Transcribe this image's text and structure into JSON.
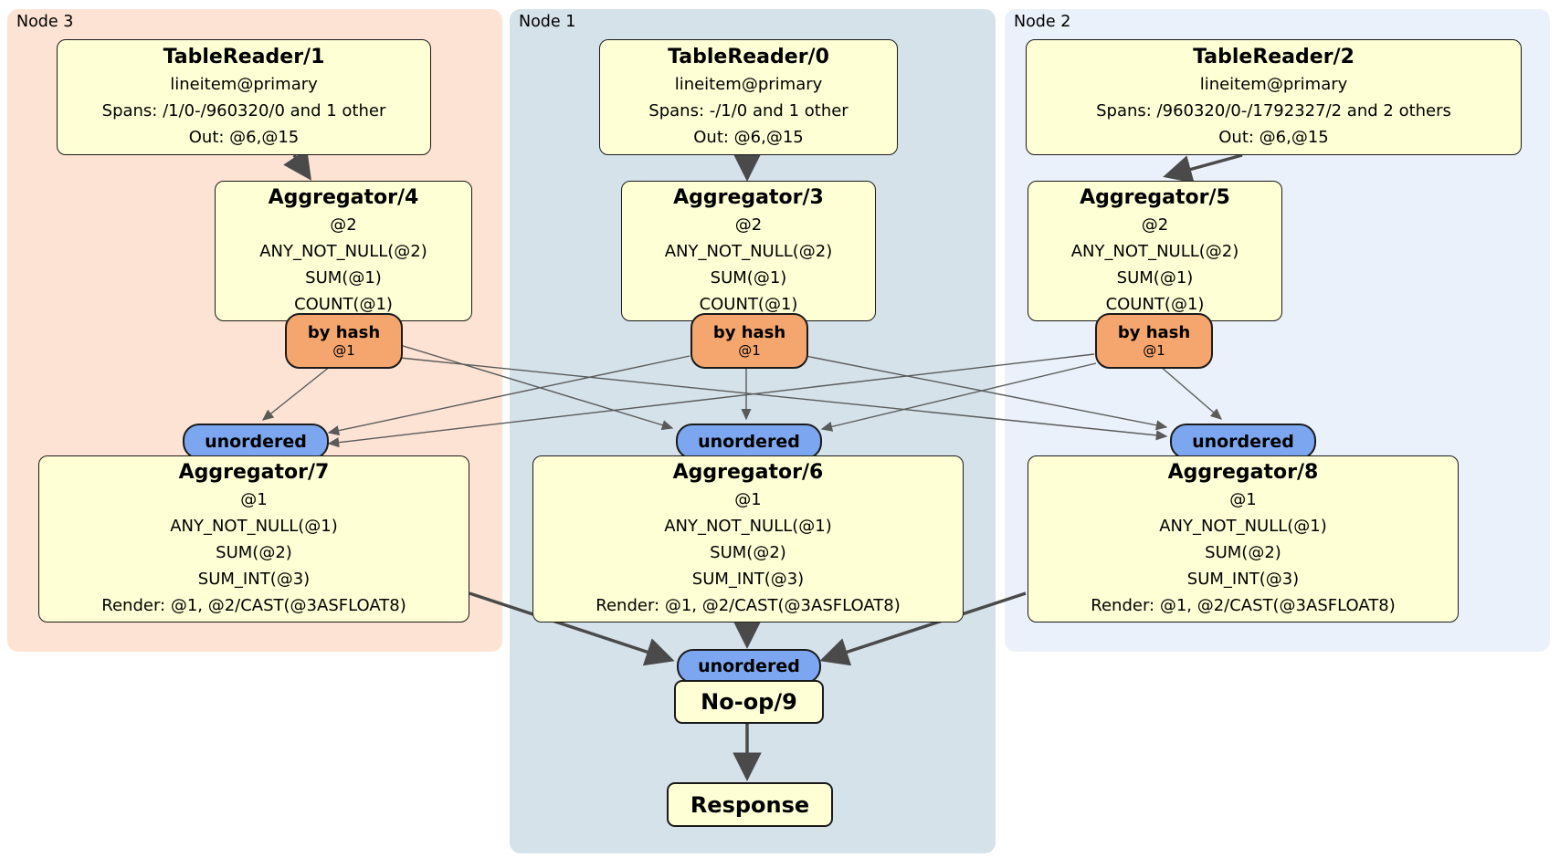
{
  "regions": [
    {
      "id": "node3",
      "label": "Node 3"
    },
    {
      "id": "node1",
      "label": "Node 1"
    },
    {
      "id": "node2",
      "label": "Node 2"
    }
  ],
  "boxes": {
    "tr1": {
      "title": "TableReader/1",
      "lines": [
        "lineitem@primary",
        "Spans: /1/0-/960320/0 and 1 other",
        "Out: @6,@15"
      ]
    },
    "tr0": {
      "title": "TableReader/0",
      "lines": [
        "lineitem@primary",
        "Spans: -/1/0 and 1 other",
        "Out: @6,@15"
      ]
    },
    "tr2": {
      "title": "TableReader/2",
      "lines": [
        "lineitem@primary",
        "Spans: /960320/0-/1792327/2 and 2 others",
        "Out: @6,@15"
      ]
    },
    "agg4": {
      "title": "Aggregator/4",
      "lines": [
        "@2",
        "ANY_NOT_NULL(@2)",
        "SUM(@1)",
        "COUNT(@1)"
      ]
    },
    "agg3": {
      "title": "Aggregator/3",
      "lines": [
        "@2",
        "ANY_NOT_NULL(@2)",
        "SUM(@1)",
        "COUNT(@1)"
      ]
    },
    "agg5": {
      "title": "Aggregator/5",
      "lines": [
        "@2",
        "ANY_NOT_NULL(@2)",
        "SUM(@1)",
        "COUNT(@1)"
      ]
    },
    "agg7": {
      "title": "Aggregator/7",
      "lines": [
        "@1",
        "ANY_NOT_NULL(@1)",
        "SUM(@2)",
        "SUM_INT(@3)",
        "Render: @1, @2/CAST(@3ASFLOAT8)"
      ]
    },
    "agg6": {
      "title": "Aggregator/6",
      "lines": [
        "@1",
        "ANY_NOT_NULL(@1)",
        "SUM(@2)",
        "SUM_INT(@3)",
        "Render: @1, @2/CAST(@3ASFLOAT8)"
      ]
    },
    "agg8": {
      "title": "Aggregator/8",
      "lines": [
        "@1",
        "ANY_NOT_NULL(@1)",
        "SUM(@2)",
        "SUM_INT(@3)",
        "Render: @1, @2/CAST(@3ASFLOAT8)"
      ]
    },
    "noop": {
      "title": "No-op/9"
    },
    "response": {
      "title": "Response"
    }
  },
  "router": {
    "label": "by hash",
    "detail": "@1"
  },
  "sync": {
    "label": "unordered"
  },
  "edges": [
    {
      "from": "TableReader/1",
      "to": "Aggregator/4"
    },
    {
      "from": "TableReader/0",
      "to": "Aggregator/3"
    },
    {
      "from": "TableReader/2",
      "to": "Aggregator/5"
    },
    {
      "from": "Aggregator/4 by hash @1",
      "to": "unordered (Node 3)"
    },
    {
      "from": "Aggregator/4 by hash @1",
      "to": "unordered (Node 1)"
    },
    {
      "from": "Aggregator/4 by hash @1",
      "to": "unordered (Node 2)"
    },
    {
      "from": "Aggregator/3 by hash @1",
      "to": "unordered (Node 3)"
    },
    {
      "from": "Aggregator/3 by hash @1",
      "to": "unordered (Node 1)"
    },
    {
      "from": "Aggregator/3 by hash @1",
      "to": "unordered (Node 2)"
    },
    {
      "from": "Aggregator/5 by hash @1",
      "to": "unordered (Node 3)"
    },
    {
      "from": "Aggregator/5 by hash @1",
      "to": "unordered (Node 1)"
    },
    {
      "from": "Aggregator/5 by hash @1",
      "to": "unordered (Node 2)"
    },
    {
      "from": "Aggregator/7",
      "to": "unordered (final)"
    },
    {
      "from": "Aggregator/6",
      "to": "unordered (final)"
    },
    {
      "from": "Aggregator/8",
      "to": "unordered (final)"
    },
    {
      "from": "No-op/9",
      "to": "Response"
    }
  ],
  "colors": {
    "region_node3": "#fce3d3",
    "region_node1": "#d5e2ea",
    "region_node2": "#eaf1fa",
    "processor_fill": "#ffffd6",
    "router_fill": "#f5a66e",
    "sync_fill": "#7ca7f0",
    "edge_thick": "#4a4a4a",
    "edge_thin": "#5a5a5a"
  }
}
